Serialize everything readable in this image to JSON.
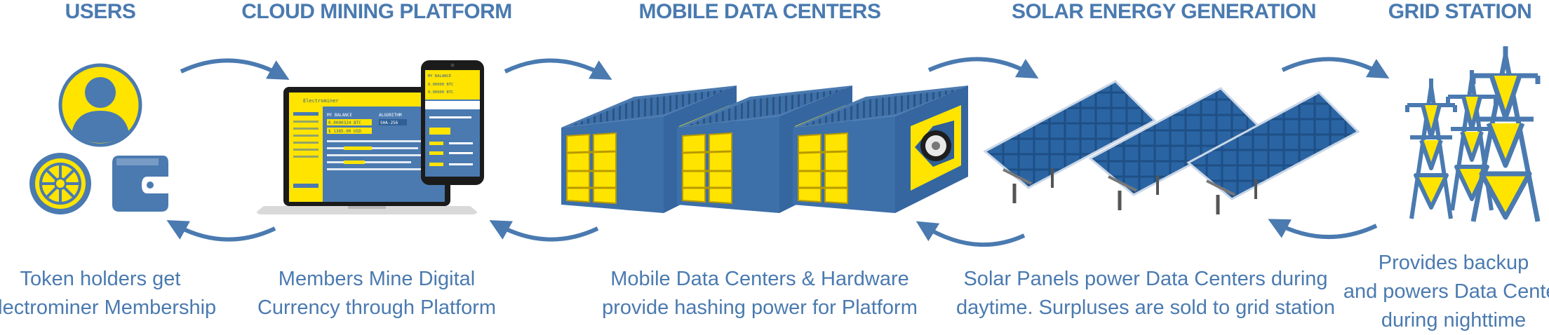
{
  "colors": {
    "blue": "#4a7ab0",
    "dark_blue": "#2f5f94",
    "yellow": "#ffe400",
    "panel": "#1e4f86"
  },
  "stages": [
    {
      "title": "USERS",
      "caption": [
        "Token holders get",
        "Electrominer Membership"
      ],
      "icons": [
        "user-avatar-icon",
        "token-coin-icon",
        "wallet-icon"
      ]
    },
    {
      "title": "CLOUD MINING PLATFORM",
      "caption": [
        "Members Mine Digital",
        "Currency through Platform"
      ],
      "icons": [
        "laptop-icon",
        "smartphone-icon"
      ]
    },
    {
      "title": "MOBILE DATA CENTERS",
      "caption": [
        "Mobile Data Centers & Hardware",
        "provide hashing power for Platform"
      ],
      "icons": [
        "container-icon"
      ]
    },
    {
      "title": "SOLAR ENERGY GENERATION",
      "caption": [
        "Solar Panels power Data Centers during",
        "daytime. Surpluses are sold to grid station"
      ],
      "icons": [
        "solar-panel-icon"
      ]
    },
    {
      "title": "GRID STATION",
      "caption": [
        "Provides backup",
        "and powers Data Center",
        "during nighttime"
      ],
      "icons": [
        "power-tower-icon"
      ]
    }
  ],
  "laptop_screen": {
    "brand": "Electrominer",
    "balance_label": "MY BALANCE",
    "balance_1": "0.0000324 BTC",
    "balance_2": "$ 1385.00 USD",
    "algo_label": "ALGORITHM",
    "algo_value": "SHA-256"
  },
  "phone_screen": {
    "balance_label": "MY BALANCE",
    "balance_1": "0.00000 BTC",
    "balance_2": "0.00000 BTC"
  }
}
